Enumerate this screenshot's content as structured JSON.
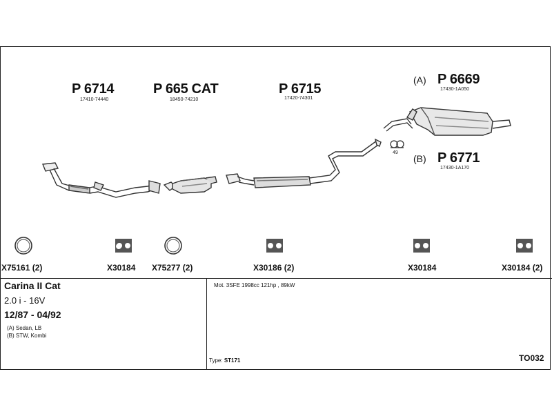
{
  "parts": [
    {
      "number": "P 6714",
      "oem": "17410-74440"
    },
    {
      "number": "P 665 CAT",
      "oem": "18450-74210"
    },
    {
      "number": "P 6715",
      "oem": "17420-74301"
    },
    {
      "variant": "(A)",
      "number": "P 6669",
      "oem": "17430-1A050"
    },
    {
      "variant": "(B)",
      "number": "P 6771",
      "oem": "17430-1A170"
    }
  ],
  "hanger_label": "49",
  "hardware": [
    {
      "label": "X75161 (2)",
      "icon": "ring-gasket-icon"
    },
    {
      "label": "X30184",
      "icon": "rubber-hanger-icon"
    },
    {
      "label": "X75277 (2)",
      "icon": "ring-gasket-icon"
    },
    {
      "label": "X30186 (2)",
      "icon": "rubber-hanger-icon"
    },
    {
      "label": "X30184",
      "icon": "rubber-hanger-icon"
    },
    {
      "label": "X30184 (2)",
      "icon": "rubber-hanger-icon"
    }
  ],
  "vehicle": {
    "name": "Carina  II Cat",
    "engine": "2.0 i - 16V",
    "years": "12/87 - 04/92",
    "body_types": [
      "(A) Sedan, LB",
      "(B) STW, Kombi"
    ]
  },
  "motor": "Mot. 3SFE 1998cc 121hp , 89kW",
  "type": {
    "label": "Type:",
    "value": "ST171"
  },
  "diagram_code": "TO032"
}
